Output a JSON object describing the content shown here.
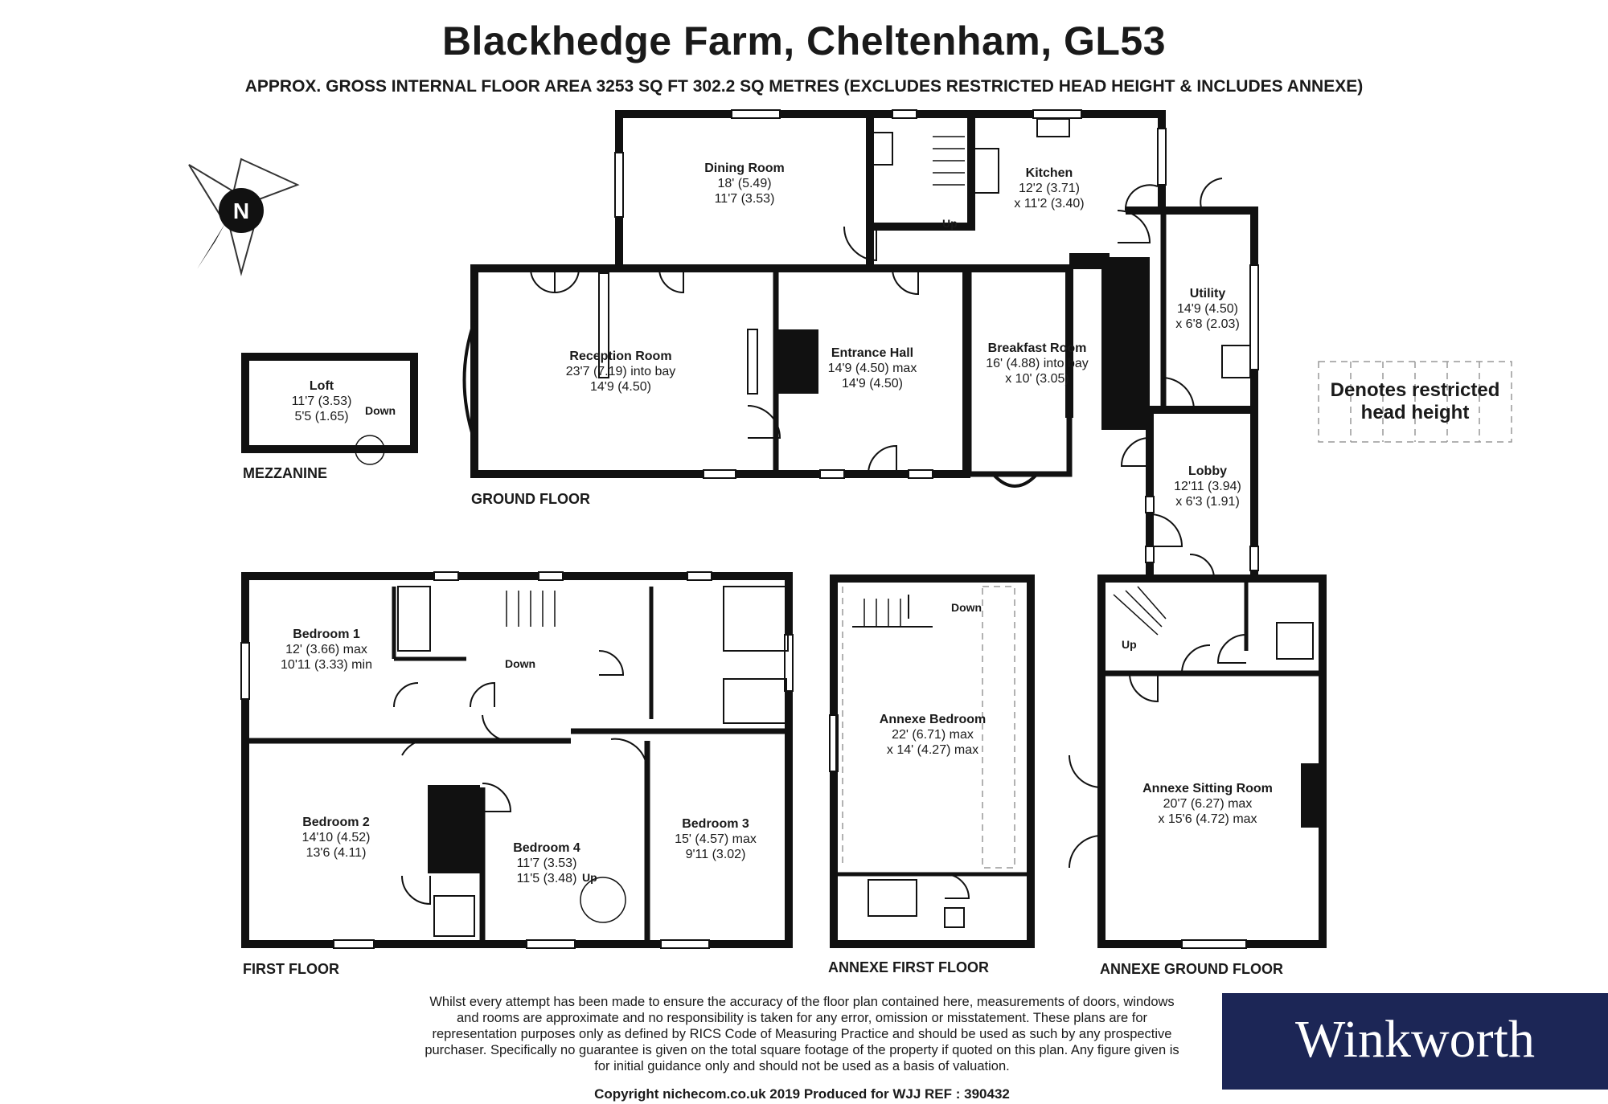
{
  "title": "Blackhedge Farm, Cheltenham, GL53",
  "subtitle": "APPROX. GROSS INTERNAL FLOOR AREA 3253 SQ FT 302.2 SQ METRES (EXCLUDES RESTRICTED HEAD HEIGHT & INCLUDES ANNEXE)",
  "compass": {
    "icon": "north-compass-icon",
    "letter": "N"
  },
  "floors": {
    "mezzanine": "MEZZANINE",
    "ground": "GROUND FLOOR",
    "first": "FIRST FLOOR",
    "annexe_first": "ANNEXE FIRST FLOOR",
    "annexe_ground": "ANNEXE GROUND FLOOR"
  },
  "rooms": {
    "dining": {
      "name": "Dining Room",
      "line1": "18' (5.49)",
      "line2": "11'7 (3.53)"
    },
    "kitchen": {
      "name": "Kitchen",
      "line1": "12'2 (3.71)",
      "line2": "x 11'2 (3.40)"
    },
    "reception": {
      "name": "Reception Room",
      "line1": "23'7 (7.19) into bay",
      "line2": "14'9 (4.50)"
    },
    "entrance": {
      "name": "Entrance Hall",
      "line1": "14'9 (4.50) max",
      "line2": "14'9 (4.50)"
    },
    "breakfast": {
      "name": "Breakfast Room",
      "line1": "16' (4.88) into bay",
      "line2": "x 10' (3.05)"
    },
    "utility": {
      "name": "Utility",
      "line1": "14'9 (4.50)",
      "line2": "x 6'8 (2.03)"
    },
    "lobby": {
      "name": "Lobby",
      "line1": "12'11 (3.94)",
      "line2": "x 6'3 (1.91)"
    },
    "loft": {
      "name": "Loft",
      "line1": "11'7 (3.53)",
      "line2": "5'5 (1.65)"
    },
    "bed1": {
      "name": "Bedroom 1",
      "line1": "12' (3.66) max",
      "line2": "10'11 (3.33) min"
    },
    "bed2": {
      "name": "Bedroom 2",
      "line1": "14'10 (4.52)",
      "line2": "13'6 (4.11)"
    },
    "bed3": {
      "name": "Bedroom 3",
      "line1": "15' (4.57) max",
      "line2": "9'11 (3.02)"
    },
    "bed4": {
      "name": "Bedroom 4",
      "line1": "11'7 (3.53)",
      "line2": "11'5 (3.48)"
    },
    "annexe_bed": {
      "name": "Annexe Bedroom",
      "line1": "22' (6.71) max",
      "line2": "x 14' (4.27) max"
    },
    "annexe_sitting": {
      "name": "Annexe Sitting Room",
      "line1": "20'7 (6.27) max",
      "line2": "x 15'6 (4.72) max"
    }
  },
  "stairs": {
    "up": "Up",
    "down": "Down"
  },
  "legend": {
    "line1": "Denotes restricted",
    "line2": "head height"
  },
  "disclaimer": "Whilst every attempt has been made to ensure the accuracy of the floor plan contained here, measurements of doors, windows and rooms are approximate and no responsibility is taken for any error, omission or misstatement. These plans are for representation purposes only as defined by RICS Code of Measuring Practice and should be used as such by any prospective purchaser.  Specifically no guarantee is given on the total square footage of the property if quoted on this plan. Any figure given is for initial guidance only and should not be used as a basis of valuation.",
  "copyright": "Copyright nichecom.co.uk 2019    Produced for WJJ    REF : 390432",
  "logo": {
    "text": "Winkworth",
    "color": "#1c2656"
  }
}
